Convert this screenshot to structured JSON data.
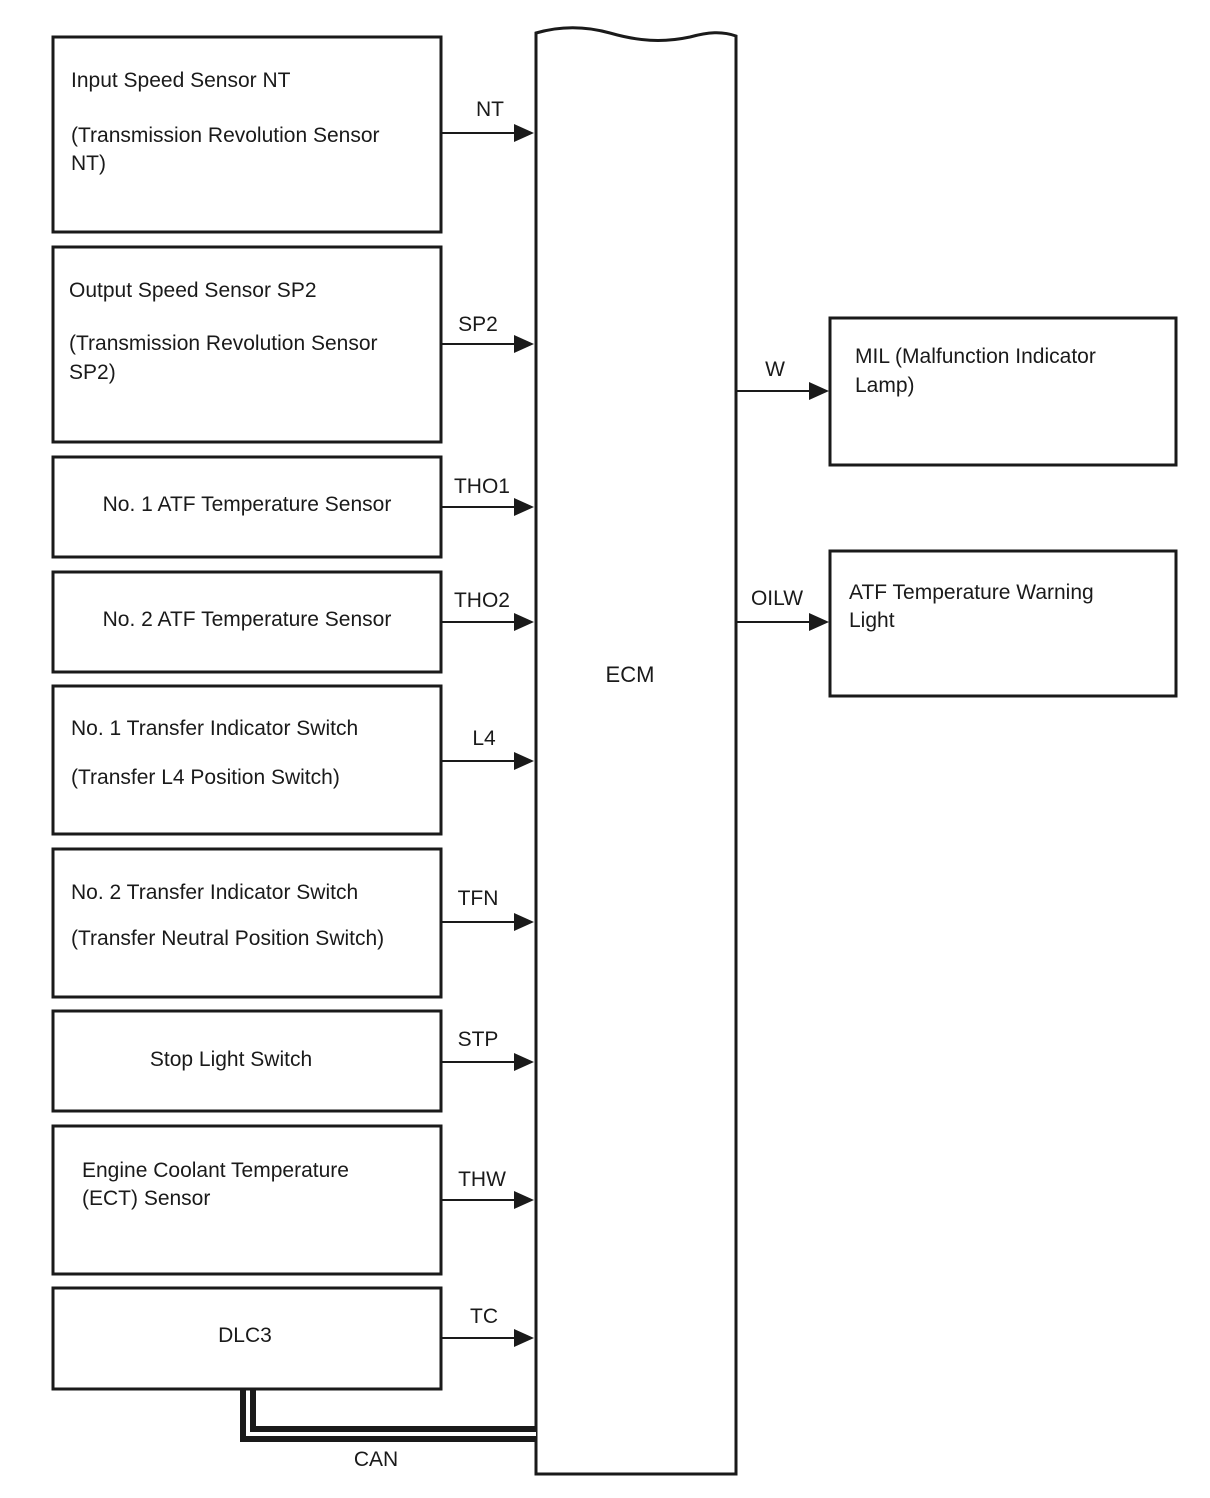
{
  "ecm": {
    "label": "ECM"
  },
  "inputs": [
    {
      "id": "input-speed-sensor-nt",
      "lines": [
        "Input Speed Sensor NT",
        "",
        "(Transmission Revolution Sensor",
        "NT)"
      ],
      "signal": "NT"
    },
    {
      "id": "output-speed-sensor-sp2",
      "lines": [
        "Output Speed Sensor SP2",
        "",
        "(Transmission Revolution Sensor",
        "SP2)"
      ],
      "signal": "SP2"
    },
    {
      "id": "no1-atf-temperature-sensor",
      "lines": [
        "No. 1 ATF Temperature Sensor"
      ],
      "signal": "THO1"
    },
    {
      "id": "no2-atf-temperature-sensor",
      "lines": [
        "No. 2 ATF Temperature Sensor"
      ],
      "signal": "THO2"
    },
    {
      "id": "no1-transfer-indicator-switch",
      "lines": [
        "No. 1 Transfer Indicator Switch",
        "(Transfer L4 Position Switch)"
      ],
      "signal": "L4"
    },
    {
      "id": "no2-transfer-indicator-switch",
      "lines": [
        "No. 2 Transfer Indicator Switch",
        "(Transfer Neutral Position Switch)"
      ],
      "signal": "TFN"
    },
    {
      "id": "stop-light-switch",
      "lines": [
        "Stop Light Switch"
      ],
      "signal": "STP"
    },
    {
      "id": "engine-coolant-temperature-sensor",
      "lines": [
        "Engine Coolant Temperature",
        "(ECT) Sensor"
      ],
      "signal": "THW"
    },
    {
      "id": "dlc3",
      "lines": [
        "DLC3"
      ],
      "signal": "TC"
    }
  ],
  "outputs": [
    {
      "id": "mil",
      "lines": [
        "MIL (Malfunction Indicator",
        "Lamp)"
      ],
      "signal": "W"
    },
    {
      "id": "atf-temperature-warning-light",
      "lines": [
        "ATF Temperature Warning",
        "Light"
      ],
      "signal": "OILW"
    }
  ],
  "bus": {
    "label": "CAN"
  }
}
